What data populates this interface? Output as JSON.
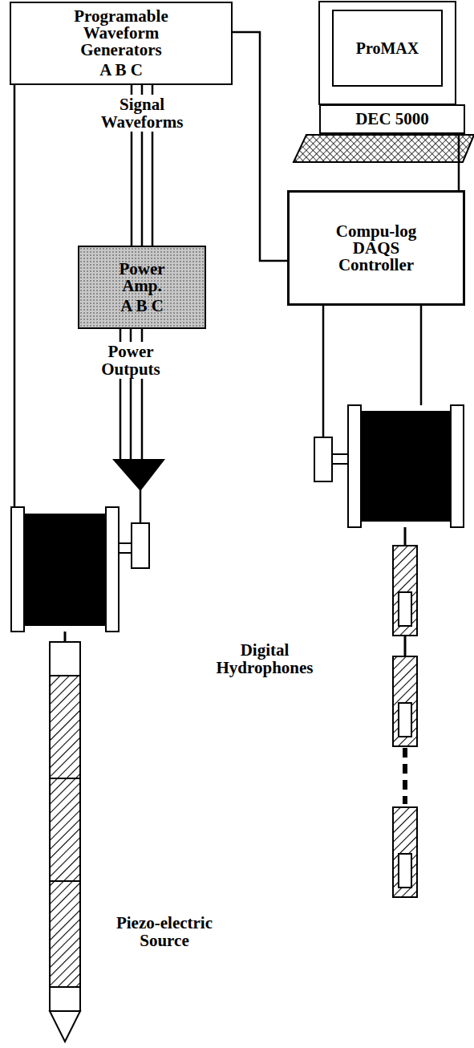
{
  "diagram": {
    "nodes": [
      {
        "text": [
          "Programable Waveform Generators",
          "A B C"
        ]
      },
      {
        "text": [
          "Power Amp.",
          "A B C"
        ]
      },
      {
        "text": [
          "ProMAX"
        ]
      },
      {
        "text": [
          "DEC 5000"
        ]
      },
      {
        "text": [
          "Compu-log DAQS Controller"
        ]
      }
    ],
    "edges": [
      {
        "from": 0,
        "to": 1,
        "label": "Signal Waveforms",
        "arrow": "none"
      },
      {
        "from": 0,
        "to": 4,
        "arrow": "none"
      },
      {
        "from": 4,
        "to": 3,
        "arrow": "none"
      }
    ],
    "labels": [
      "Power Outputs",
      "Piezo-electric Source",
      "Digital Hydrophones"
    ]
  }
}
